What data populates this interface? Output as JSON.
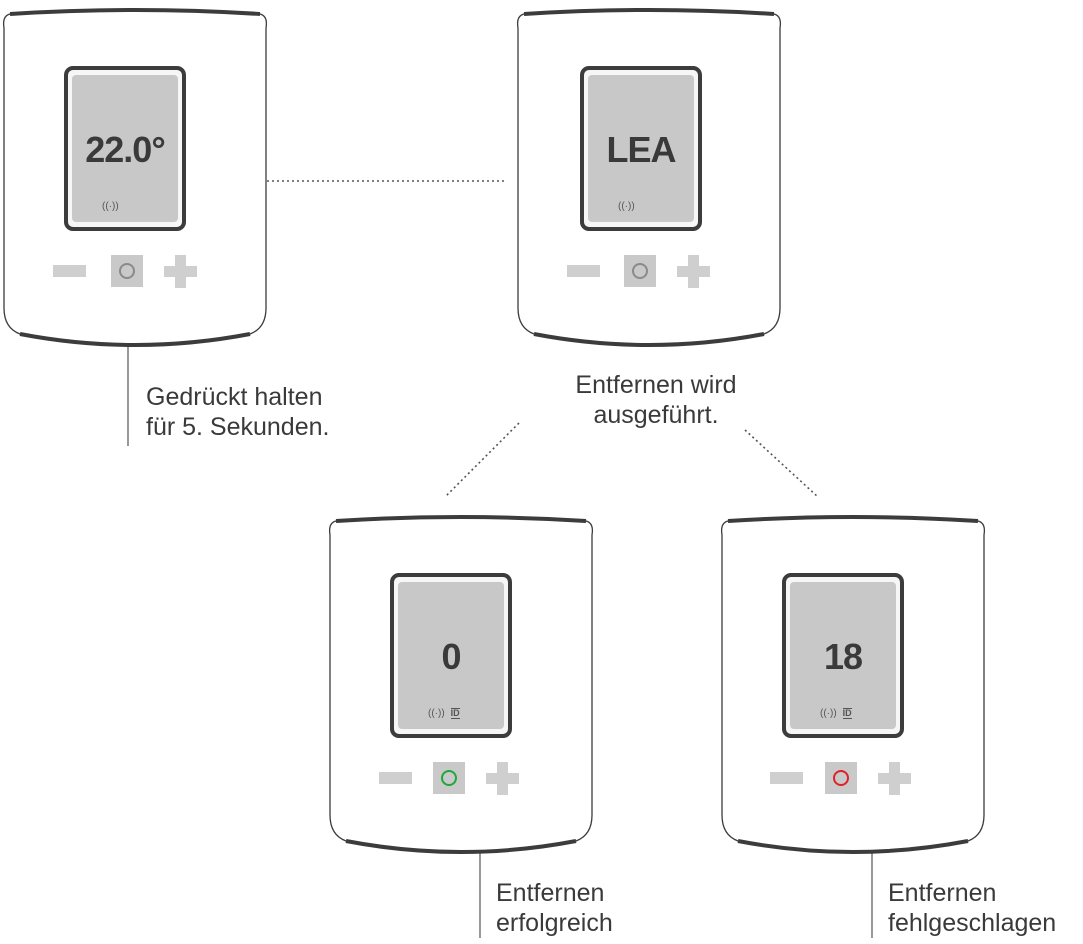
{
  "devices": [
    {
      "id": "device-1",
      "display_value": "22.0°",
      "show_id_icon": false,
      "button_ring_color": "#8a8a8a"
    },
    {
      "id": "device-2",
      "display_value": "LEA",
      "show_id_icon": false,
      "button_ring_color": "#8a8a8a"
    },
    {
      "id": "device-3",
      "display_value": "0",
      "show_id_icon": true,
      "button_ring_color": "#1fa83a"
    },
    {
      "id": "device-4",
      "display_value": "18",
      "show_id_icon": true,
      "button_ring_color": "#e0202a"
    }
  ],
  "icons": {
    "signal": "wireless-signal-icon",
    "id": "id-icon"
  },
  "labels": {
    "hold_line1": "Gedrückt halten",
    "hold_line2": "für 5. Sekunden.",
    "removing_line1": "Entfernen wird",
    "removing_line2": "ausgeführt.",
    "success_line1": "Entfernen",
    "success_line2": "erfolgreich",
    "failed_line1": "Entfernen",
    "failed_line2": "fehlgeschlagen"
  }
}
